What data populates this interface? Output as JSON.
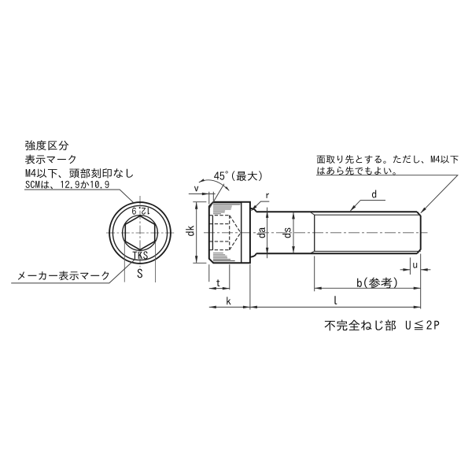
{
  "annotations": {
    "strength_section": {
      "line1": "強度区分",
      "line2": "表示マーク",
      "line3": "M4以下、頭部刻印なし",
      "line4": "SCMは、12.9か10.9"
    },
    "maker_mark": "メーカー表示マーク",
    "chamfer_note": {
      "line1": "面取り先とする。ただし、M4以下",
      "line2": "はあら先でもよい。"
    },
    "incomplete_thread_note": "不完全ねじ部　U≦2P"
  },
  "stamps": {
    "strength": "12.9",
    "maker": "TKS"
  },
  "dims": {
    "head_diameter": "dk",
    "head_chamfer_width": "v",
    "head_chamfer_angle": "45°(最大)",
    "under_head_fillet": "r",
    "neck_diameter": "da",
    "shank_diameter": "ds",
    "thread_diameter": "d",
    "socket_depth": "t",
    "head_height": "k",
    "thread_length": "b(参考)",
    "total_length": "l",
    "incomplete_thread_length": "u",
    "socket_across_flats": "S"
  },
  "colors": {
    "background": "#ffffff",
    "line": "#1a1a1a"
  }
}
